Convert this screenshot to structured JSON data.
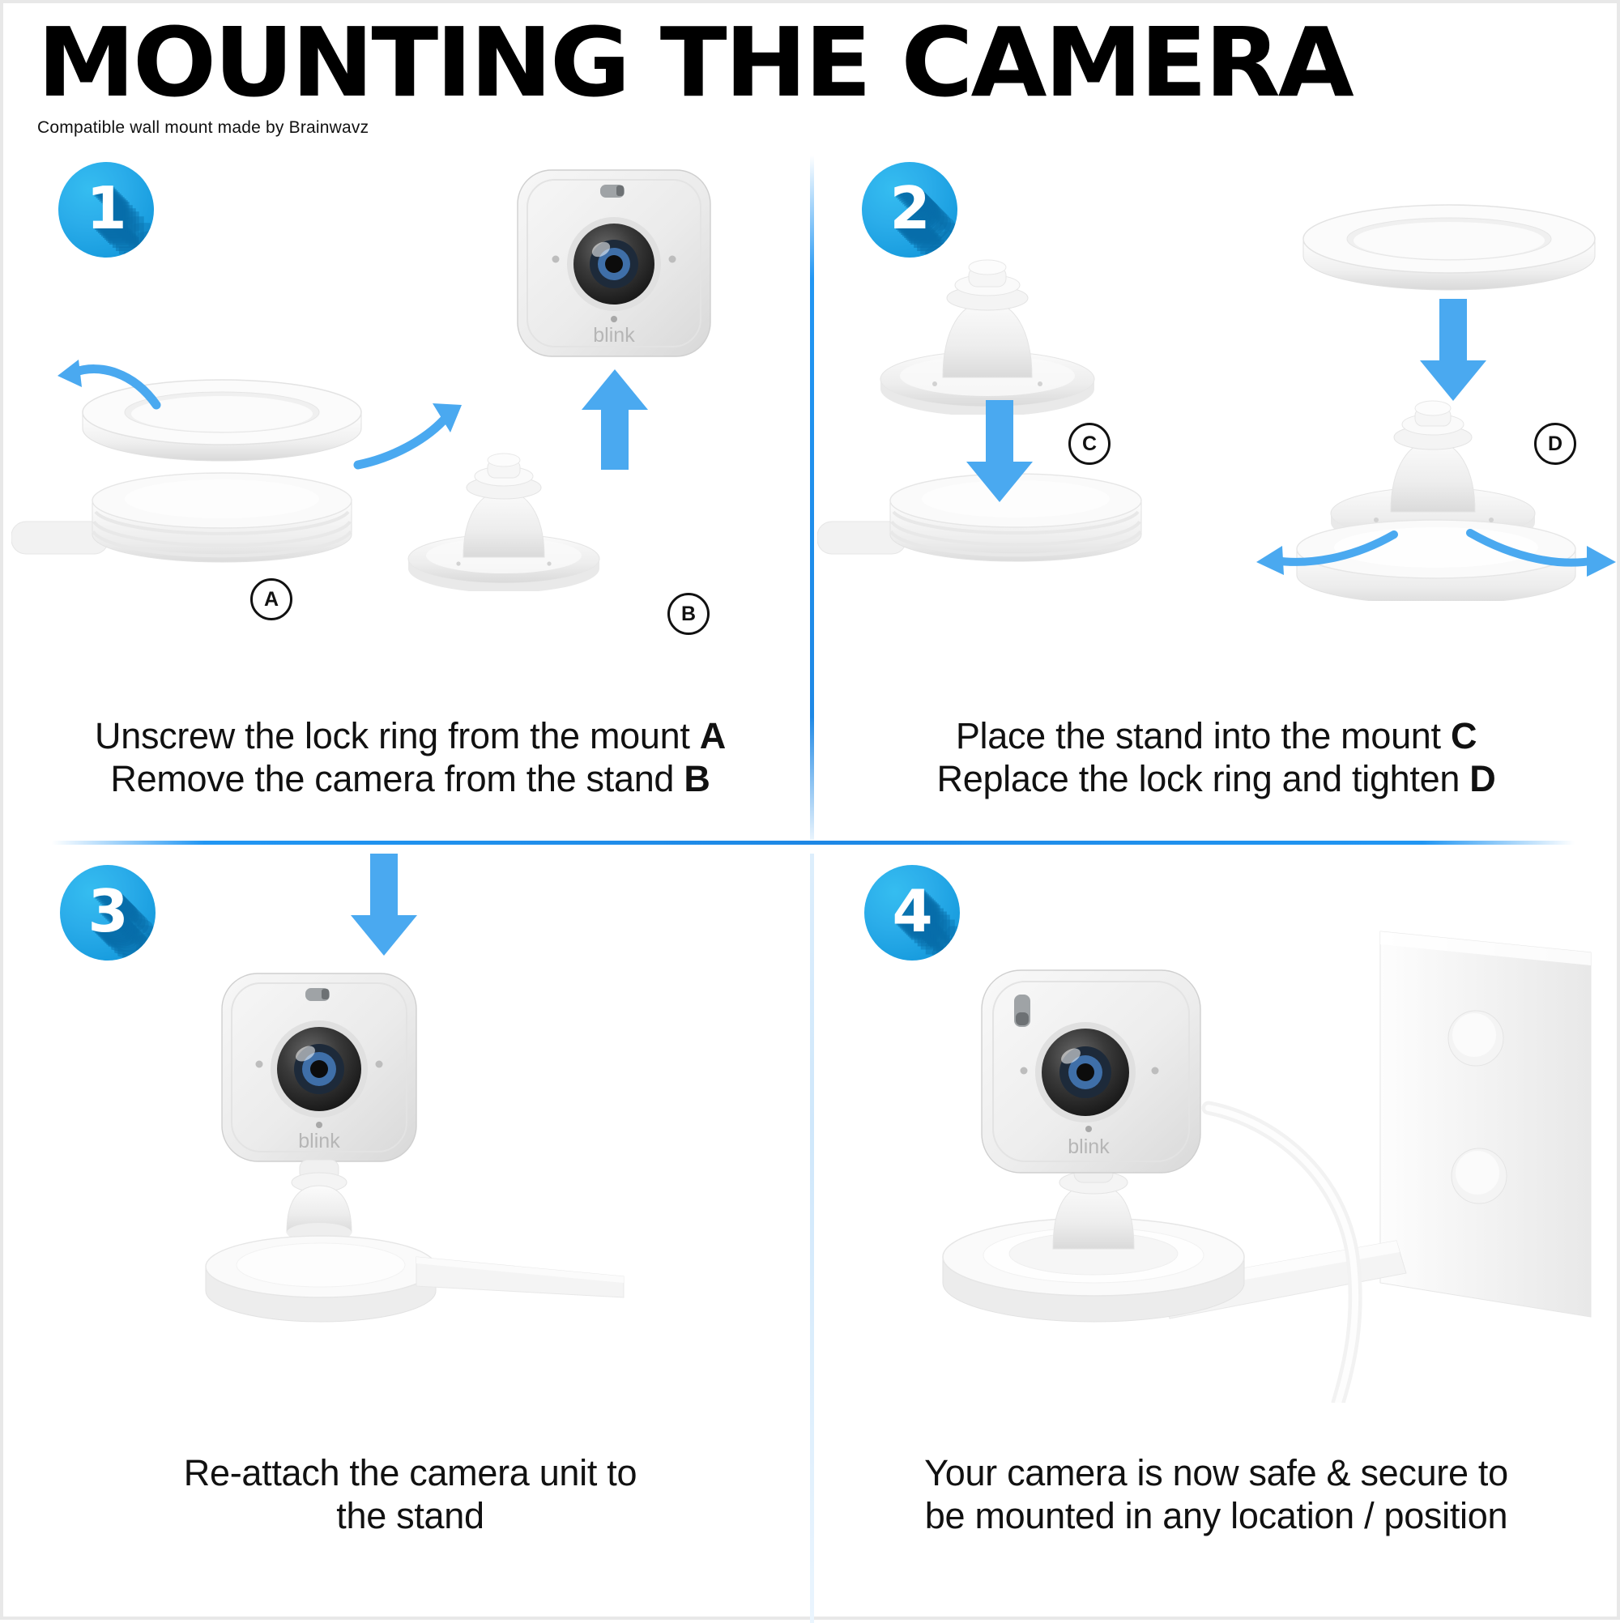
{
  "header": {
    "title": "MOUNTING THE CAMERA",
    "subtitle": "Compatible wall mount made by Brainwavz"
  },
  "brand": {
    "camera_logo": "blink"
  },
  "colors": {
    "accent_blue": "#2196f3",
    "badge_blue_light": "#35bdf0",
    "badge_blue_dark": "#0f8fd6",
    "arrow_blue": "#4aa9f0",
    "text": "#111111",
    "product_white": "#f2f2f2"
  },
  "steps": [
    {
      "number": "1",
      "caption_line1": "Unscrew the lock ring from the mount ",
      "caption_line1_bold": "A",
      "caption_line2": "Remove the camera from the stand ",
      "caption_line2_bold": "B",
      "labels": [
        "A",
        "B"
      ]
    },
    {
      "number": "2",
      "caption_line1": "Place the stand into the mount ",
      "caption_line1_bold": "C",
      "caption_line2": "Replace the lock ring and tighten ",
      "caption_line2_bold": "D",
      "labels": [
        "C",
        "D"
      ]
    },
    {
      "number": "3",
      "caption_line1": "Re-attach the camera unit to",
      "caption_line1_bold": "",
      "caption_line2": "the stand",
      "caption_line2_bold": "",
      "labels": []
    },
    {
      "number": "4",
      "caption_line1": "Your camera is now safe & secure to",
      "caption_line1_bold": "",
      "caption_line2": "be mounted in any location / position",
      "caption_line2_bold": "",
      "labels": []
    }
  ]
}
